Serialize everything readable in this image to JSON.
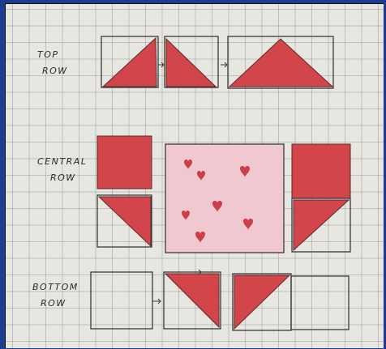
{
  "labels": {
    "top": [
      "TOP",
      "ROW"
    ],
    "central": [
      "CENTRAL",
      "ROW"
    ],
    "bottom": [
      "BOTTOM",
      "ROW"
    ]
  },
  "colors": {
    "red": "#d2454a",
    "pink": "#efc9cf",
    "paper": "#e8e6e0",
    "frame": "#1c3d8f"
  }
}
